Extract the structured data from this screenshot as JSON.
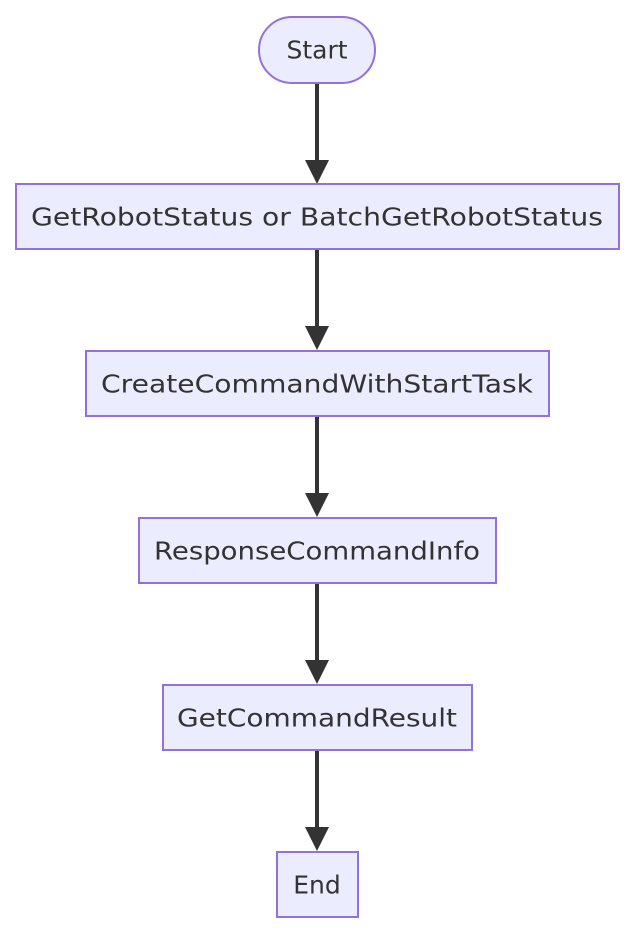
{
  "flowchart": {
    "nodes": [
      {
        "id": "start",
        "label": "Start",
        "shape": "stadium"
      },
      {
        "id": "get-robot-status",
        "label": "GetRobotStatus or BatchGetRobotStatus",
        "shape": "rect"
      },
      {
        "id": "create-command",
        "label": "CreateCommandWithStartTask",
        "shape": "rect"
      },
      {
        "id": "response-command-info",
        "label": "ResponseCommandInfo",
        "shape": "rect"
      },
      {
        "id": "get-command-result",
        "label": "GetCommandResult",
        "shape": "rect"
      },
      {
        "id": "end",
        "label": "End",
        "shape": "rect"
      }
    ],
    "edges": [
      {
        "from": "start",
        "to": "get-robot-status"
      },
      {
        "from": "get-robot-status",
        "to": "create-command"
      },
      {
        "from": "create-command",
        "to": "response-command-info"
      },
      {
        "from": "response-command-info",
        "to": "get-command-result"
      },
      {
        "from": "get-command-result",
        "to": "end"
      }
    ],
    "colors": {
      "node_fill": "#ECECFF",
      "node_stroke": "#9370DB",
      "edge": "#333333",
      "text": "#333333"
    }
  }
}
